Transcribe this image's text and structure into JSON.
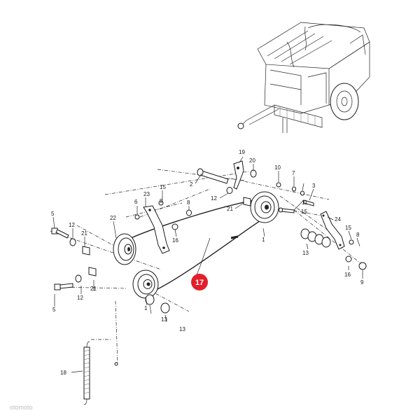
{
  "labels": {
    "l1a": "1",
    "l1b": "1",
    "l2": "2",
    "l3": "3",
    "l5a": "5",
    "l5b": "5",
    "l6": "6",
    "l7": "7",
    "l8": "8",
    "l9a": "9",
    "l9b": "9",
    "l10": "10",
    "l11": "11",
    "l12a": "12",
    "l12b": "12",
    "l12c": "12",
    "l13a": "13",
    "l13b": "13",
    "l13c": "13",
    "l15a": "15",
    "l15b": "15",
    "l16a": "16",
    "l16b": "16",
    "l18": "18",
    "l19": "19",
    "l20": "20",
    "l21a": "21",
    "l21b": "21",
    "l21c": "21",
    "l22": "22",
    "l23": "23",
    "l24": "24"
  },
  "callout": {
    "number": "17",
    "color": "#e3202a"
  },
  "watermark": "otomoto"
}
